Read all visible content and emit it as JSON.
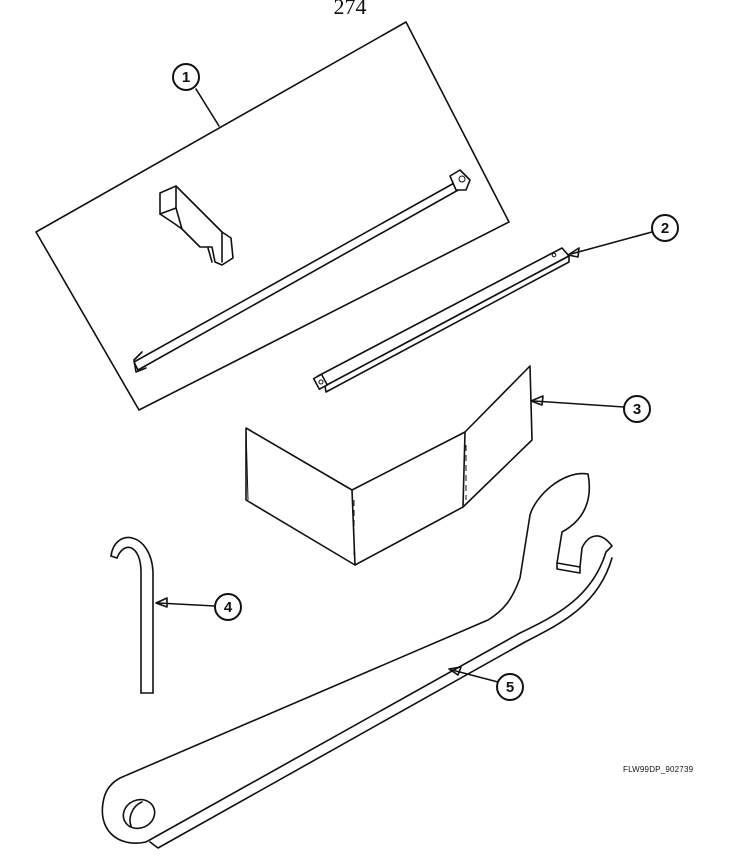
{
  "page_number": "274",
  "figure_id": "FLW99DP_902739",
  "callouts": [
    "1",
    "2",
    "3",
    "4",
    "5"
  ],
  "colors": {
    "ink": "#111111",
    "paper": "#ffffff"
  }
}
